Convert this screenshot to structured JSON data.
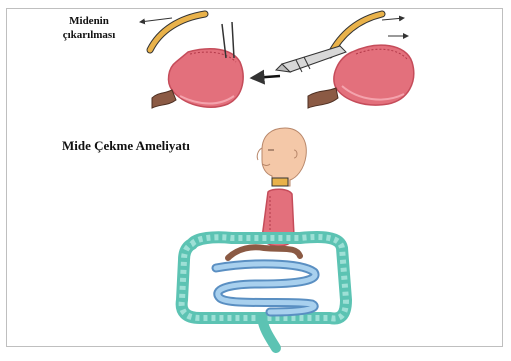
{
  "labels": {
    "removal_line1": "Midenin",
    "removal_line2": "çıkarılması",
    "title": "Mide Çekme Ameliyatı"
  },
  "colors": {
    "stomach": "#e3707c",
    "stomach_dark": "#c54c5a",
    "esophagus": "#e9b24a",
    "duodenum": "#8b5a44",
    "small_intestine": "#8fbce0",
    "colon": "#7fd3c7",
    "skin": "#f4c8a8"
  }
}
